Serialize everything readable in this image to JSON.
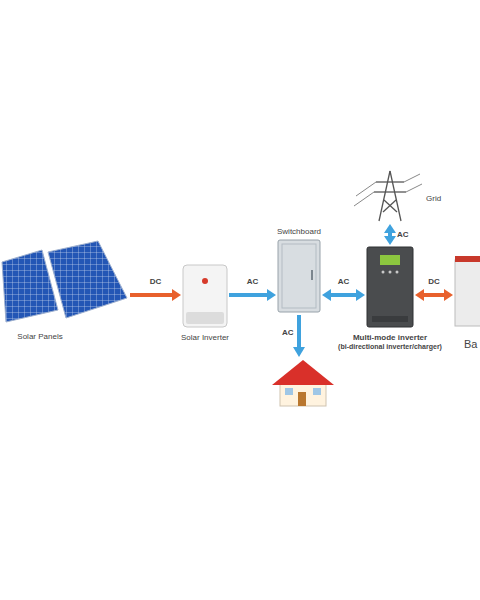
{
  "diagram": {
    "nodes": [
      {
        "text": [
          "Solar Panels"
        ]
      },
      {
        "text": [
          "Solar Inverter"
        ]
      },
      {
        "text": [
          "Switchboard"
        ]
      },
      {
        "text": [
          "Grid"
        ]
      },
      {
        "text": [
          "Multi-mode inverter",
          "(bi-directional inverter/charger)"
        ]
      },
      {
        "text": [
          "Ba"
        ]
      }
    ],
    "edges": [
      {
        "from": 0,
        "to": 1,
        "label": "DC",
        "arrow": "to"
      },
      {
        "from": 1,
        "to": 2,
        "label": "AC",
        "arrow": "to"
      },
      {
        "from": 2,
        "to": 4,
        "label": "AC",
        "arrow": "both"
      },
      {
        "from": 3,
        "to": 4,
        "label": "AC",
        "arrow": "both"
      },
      {
        "from": 4,
        "to": 5,
        "label": "DC",
        "arrow": "both"
      }
    ],
    "labels": [
      "AC"
    ]
  }
}
